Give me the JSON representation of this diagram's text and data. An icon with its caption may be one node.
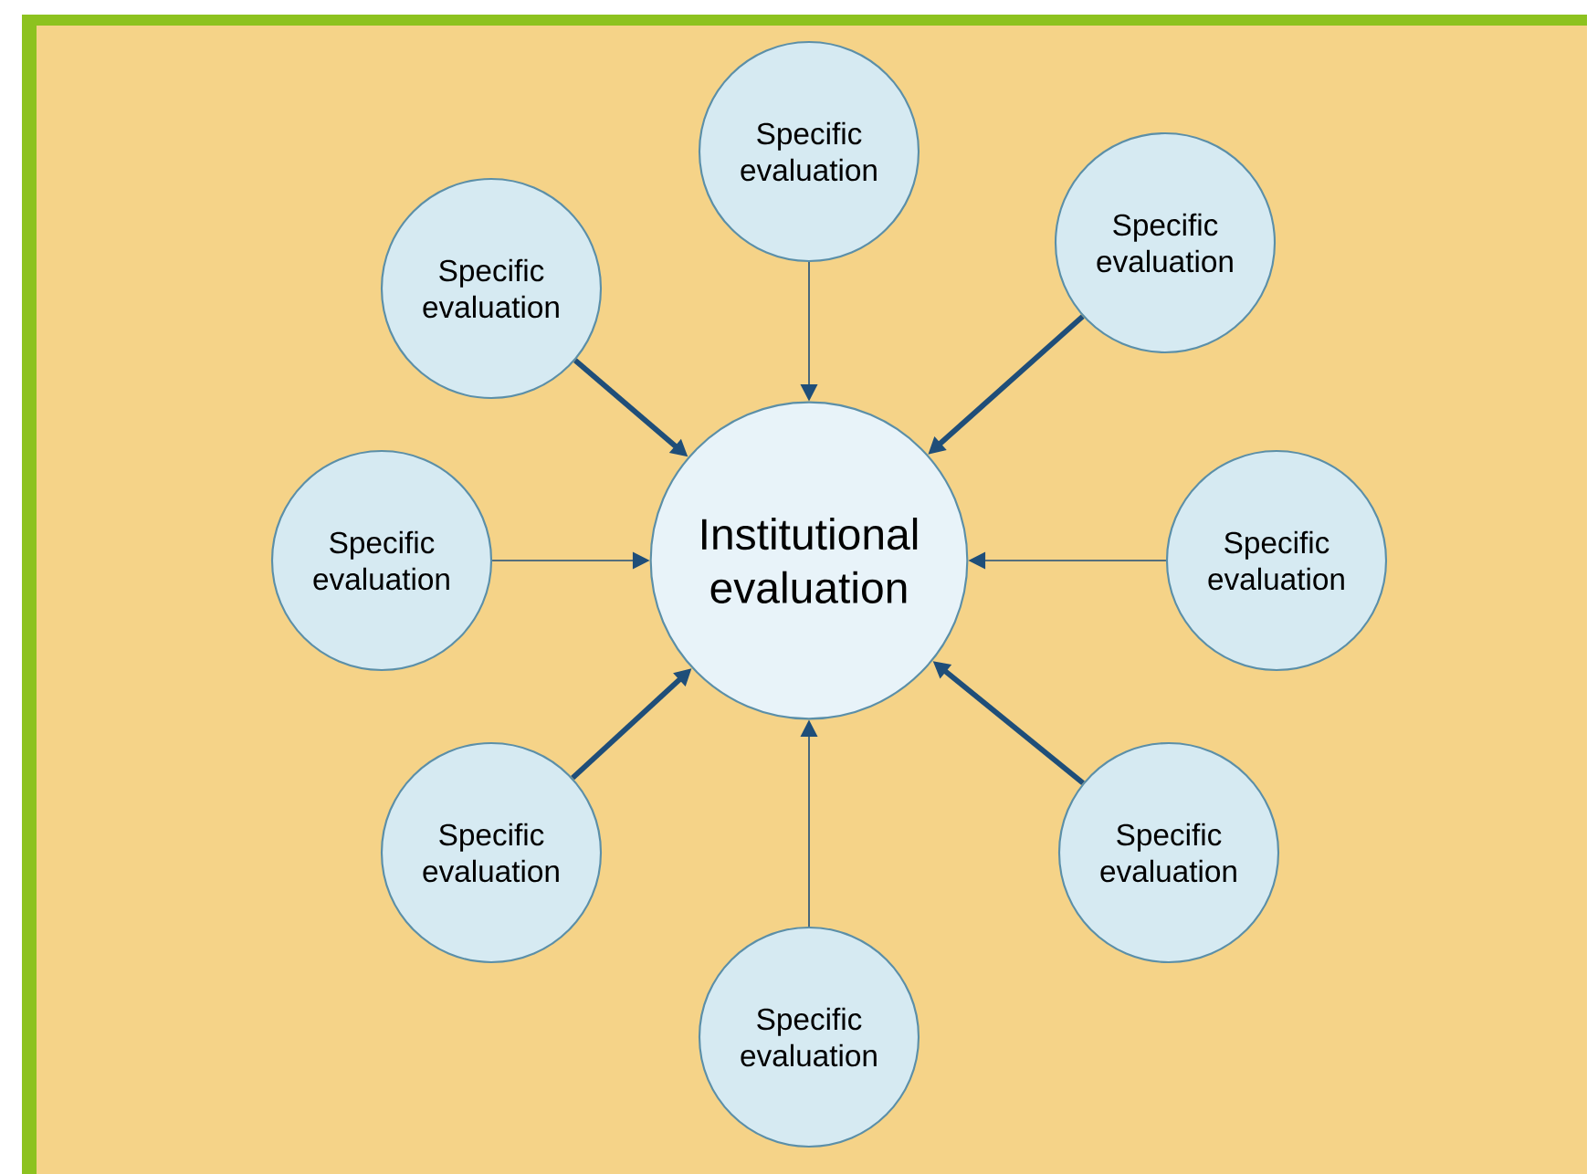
{
  "diagram": {
    "nodes": [
      {
        "text": [
          "Specific evaluation"
        ]
      },
      {
        "text": [
          "Specific evaluation"
        ]
      },
      {
        "text": [
          "Specific evaluation"
        ]
      },
      {
        "text": [
          "Specific evaluation"
        ]
      },
      {
        "text": [
          "Institutional evaluation"
        ]
      },
      {
        "text": [
          "Specific evaluation"
        ]
      },
      {
        "text": [
          "Specific evaluation"
        ]
      },
      {
        "text": [
          "Specific evaluation"
        ]
      },
      {
        "text": [
          "Specific evaluation"
        ]
      }
    ],
    "edges": [
      {
        "from": 0,
        "to": 4,
        "arrow": "to"
      },
      {
        "from": 1,
        "to": 4,
        "arrow": "to",
        "style": "thick"
      },
      {
        "from": 2,
        "to": 4,
        "arrow": "to",
        "style": "thick"
      },
      {
        "from": 3,
        "to": 4,
        "arrow": "to"
      },
      {
        "from": 5,
        "to": 4,
        "arrow": "to"
      },
      {
        "from": 6,
        "to": 4,
        "arrow": "to",
        "style": "thick"
      },
      {
        "from": 7,
        "to": 4,
        "arrow": "to",
        "style": "thick"
      },
      {
        "from": 8,
        "to": 4,
        "arrow": "to"
      }
    ]
  }
}
